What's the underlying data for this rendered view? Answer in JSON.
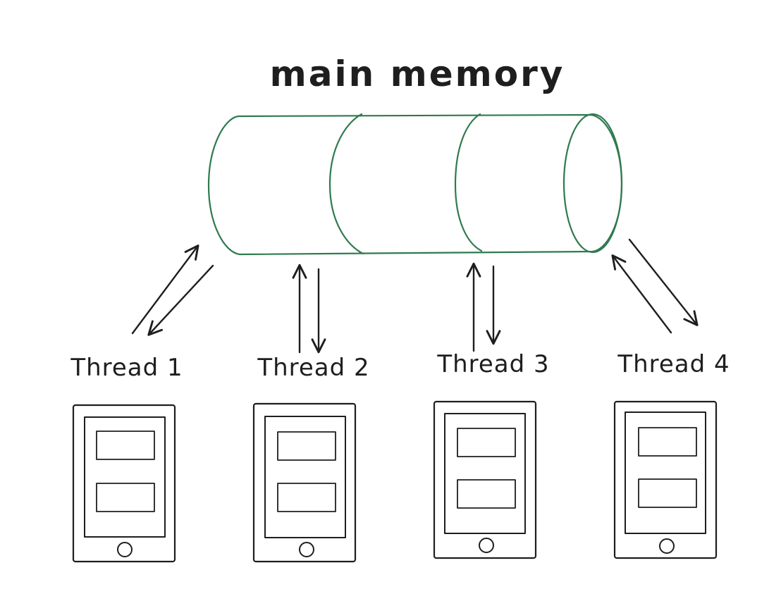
{
  "diagram": {
    "title": "main memory",
    "threads": [
      {
        "label": "Thread 1"
      },
      {
        "label": "Thread 2"
      },
      {
        "label": "Thread 3"
      },
      {
        "label": "Thread 4"
      }
    ]
  },
  "colors": {
    "memory_stroke": "#2f7a4f",
    "memory_hatch": "#40c057",
    "device_body": "#ced4da",
    "device_screen": "#ffffff",
    "block_hatch": "#fab005",
    "ink": "#1e1e1e"
  },
  "icons": {
    "memory": "cylinder-icon",
    "thread_device": "tablet-icon",
    "arrows": "double-arrow-icon"
  }
}
